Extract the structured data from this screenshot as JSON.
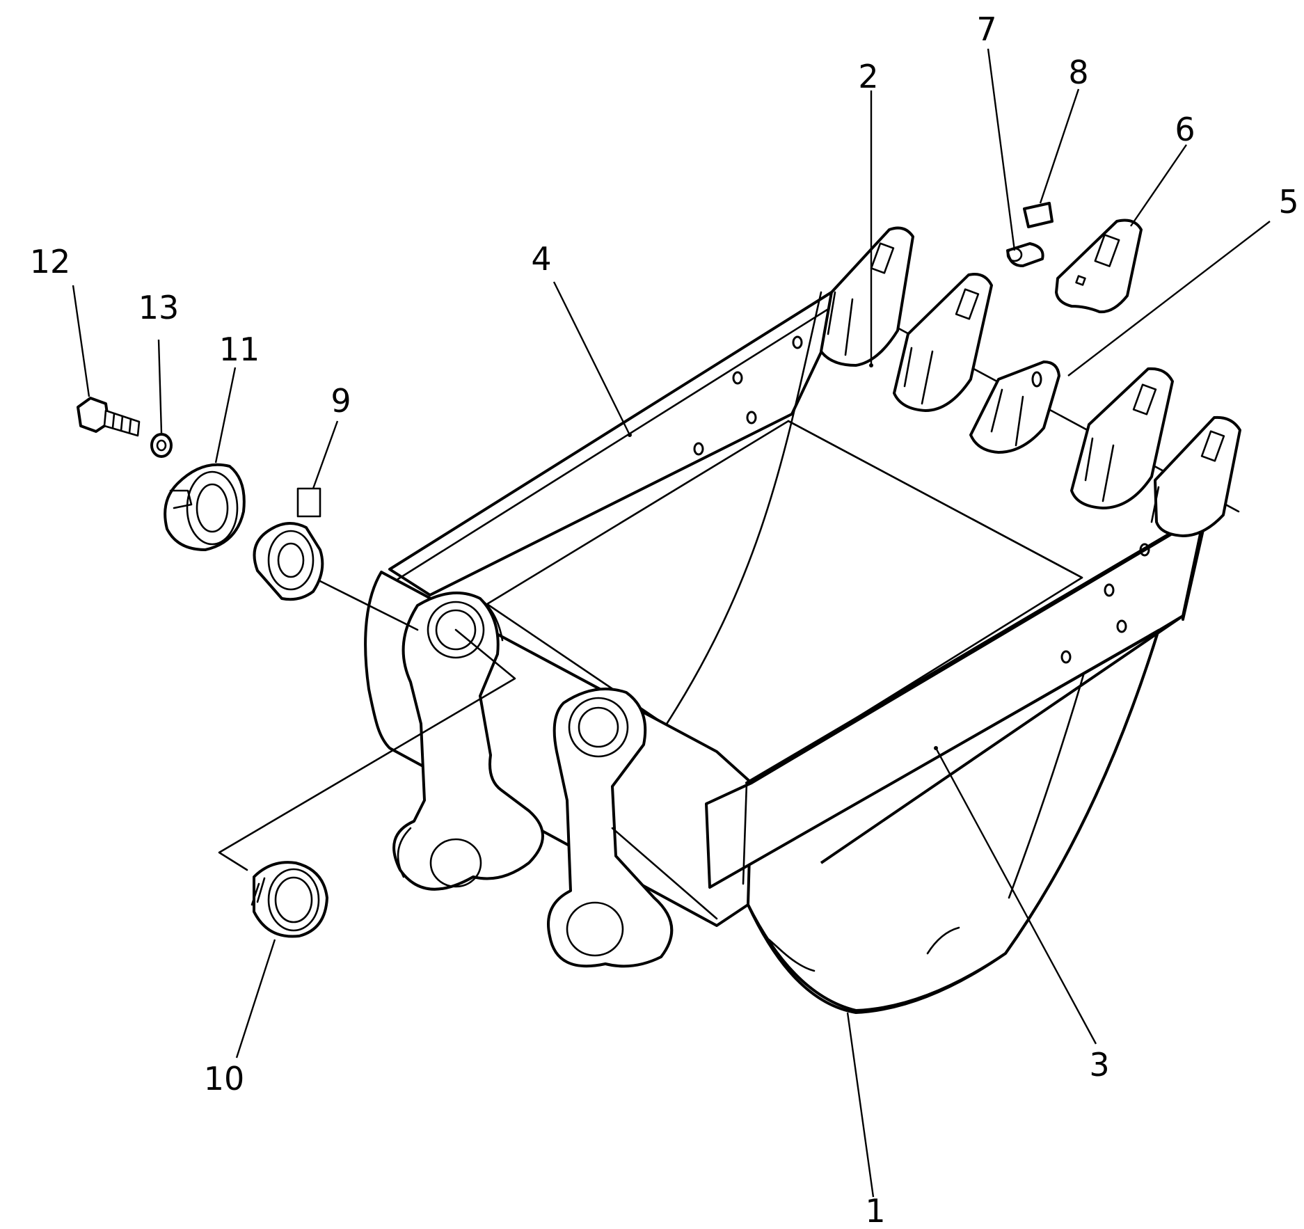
{
  "callouts": [
    {
      "id": "1",
      "label": "1",
      "part": "bucket-body"
    },
    {
      "id": "2",
      "label": "2",
      "part": "tooth-adapter"
    },
    {
      "id": "3",
      "label": "3",
      "part": "side-plate-right"
    },
    {
      "id": "4",
      "label": "4",
      "part": "side-plate-left"
    },
    {
      "id": "5",
      "label": "5",
      "part": "tooth-adapter-center"
    },
    {
      "id": "6",
      "label": "6",
      "part": "tooth-point"
    },
    {
      "id": "7",
      "label": "7",
      "part": "lock-pin"
    },
    {
      "id": "8",
      "label": "8",
      "part": "lock-pin-rubber"
    },
    {
      "id": "9",
      "label": "9",
      "part": "shim"
    },
    {
      "id": "10",
      "label": "10",
      "part": "bushing"
    },
    {
      "id": "11",
      "label": "11",
      "part": "pin-boss-cap"
    },
    {
      "id": "12",
      "label": "12",
      "part": "bolt"
    },
    {
      "id": "13",
      "label": "13",
      "part": "washer"
    }
  ],
  "colors": {
    "line": "#000000",
    "background": "#ffffff"
  }
}
